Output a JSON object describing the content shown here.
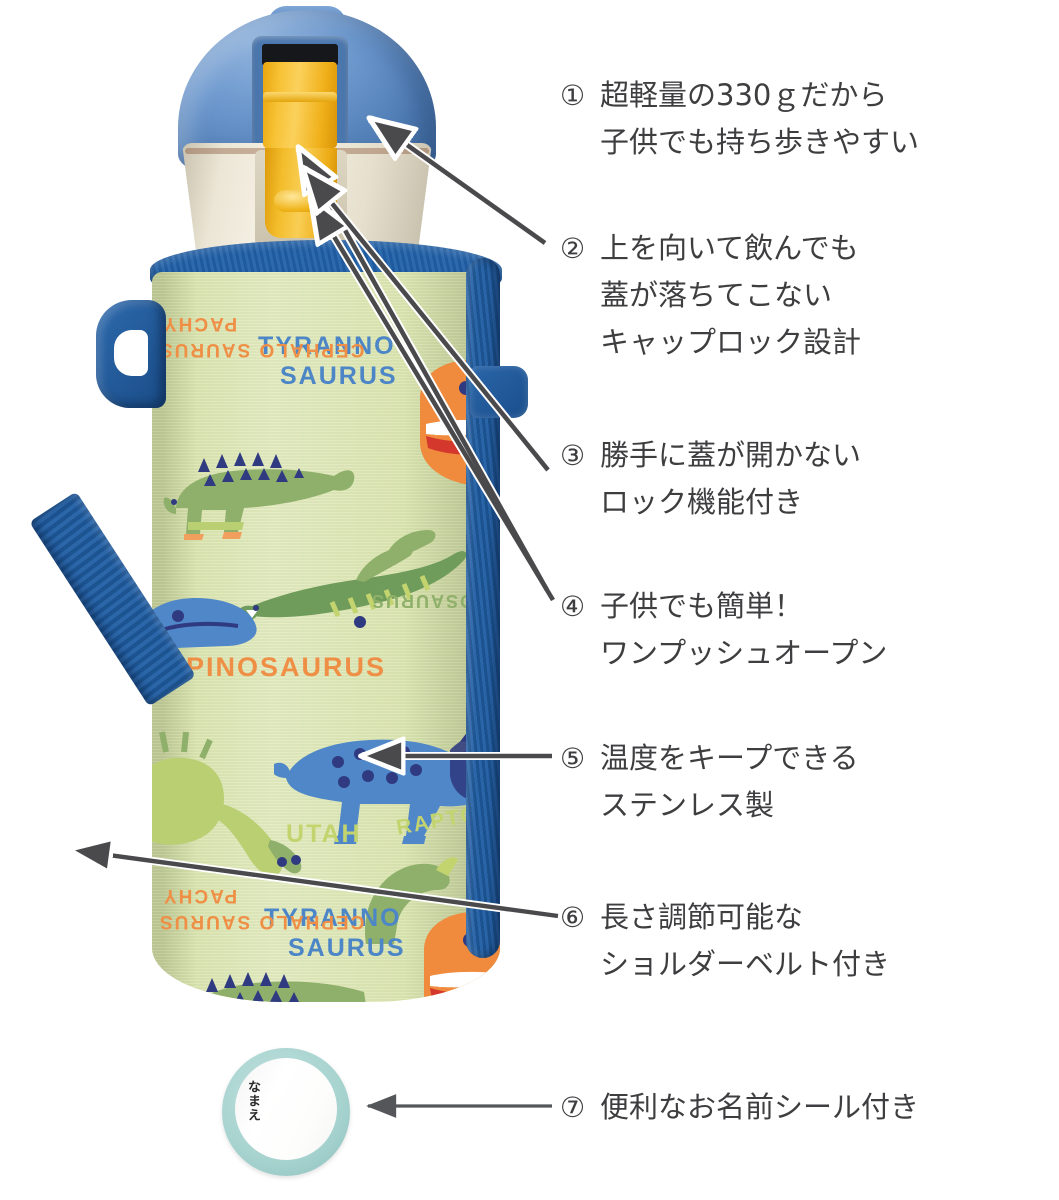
{
  "product": {
    "name": "dinosaur-pattern-stainless-water-bottle",
    "cap_color": "#5d8bc4",
    "lever_color": "#f2b51f",
    "collar_color": "#f1ebdb",
    "cover_color": "#dce6b2",
    "strap_color": "#24609f",
    "sticker_ring_color": "#a7d3cf",
    "print_texts": [
      {
        "key": "tyranno_top_1",
        "text": "TYRANNO",
        "color": "#4d86c6"
      },
      {
        "key": "tyranno_top_2",
        "text": "SAURUS",
        "color": "#4d86c6"
      },
      {
        "key": "pachy_top_1",
        "text": "PACHY",
        "color": "#ef8f46"
      },
      {
        "key": "pachy_top_2",
        "text": "CEPHALO SAURUS",
        "color": "#ef8f46"
      },
      {
        "key": "spinosaurus",
        "text": "SPINOSAURUS",
        "color": "#ef8f46"
      },
      {
        "key": "allosaurus",
        "text": "ALLOSAURUS",
        "color": "#8fb06a"
      },
      {
        "key": "utah",
        "text": "UTAH",
        "color": "#c3d46f"
      },
      {
        "key": "raptor",
        "text": "RAPTOR",
        "color": "#c3d46f"
      },
      {
        "key": "tyranno_bot_1",
        "text": "TYRANNO",
        "color": "#4d86c6"
      },
      {
        "key": "tyranno_bot_2",
        "text": "SAURUS",
        "color": "#4d86c6"
      },
      {
        "key": "pachy_bot_1",
        "text": "PACHY",
        "color": "#ef8f46"
      },
      {
        "key": "pachy_bot_2",
        "text": "CEPHALO SAURUS",
        "color": "#ef8f46"
      }
    ]
  },
  "sticker": {
    "label": "なまえ"
  },
  "callouts": [
    {
      "number": "①",
      "lines": [
        "超軽量の330ｇだから",
        "子供でも持ち歩きやすい"
      ]
    },
    {
      "number": "②",
      "lines": [
        "上を向いて飲んでも",
        "蓋が落ちてこない",
        "キャップロック設計"
      ]
    },
    {
      "number": "③",
      "lines": [
        "勝手に蓋が開かない",
        "ロック機能付き"
      ]
    },
    {
      "number": "④",
      "lines": [
        "子供でも簡単！",
        "ワンプッシュオープン"
      ]
    },
    {
      "number": "⑤",
      "lines": [
        "温度をキープできる",
        "ステンレス製"
      ]
    },
    {
      "number": "⑥",
      "lines": [
        "長さ調節可能な",
        "ショルダーベルト付き"
      ]
    },
    {
      "number": "⑦",
      "lines": [
        "便利なお名前シール付き"
      ]
    }
  ]
}
